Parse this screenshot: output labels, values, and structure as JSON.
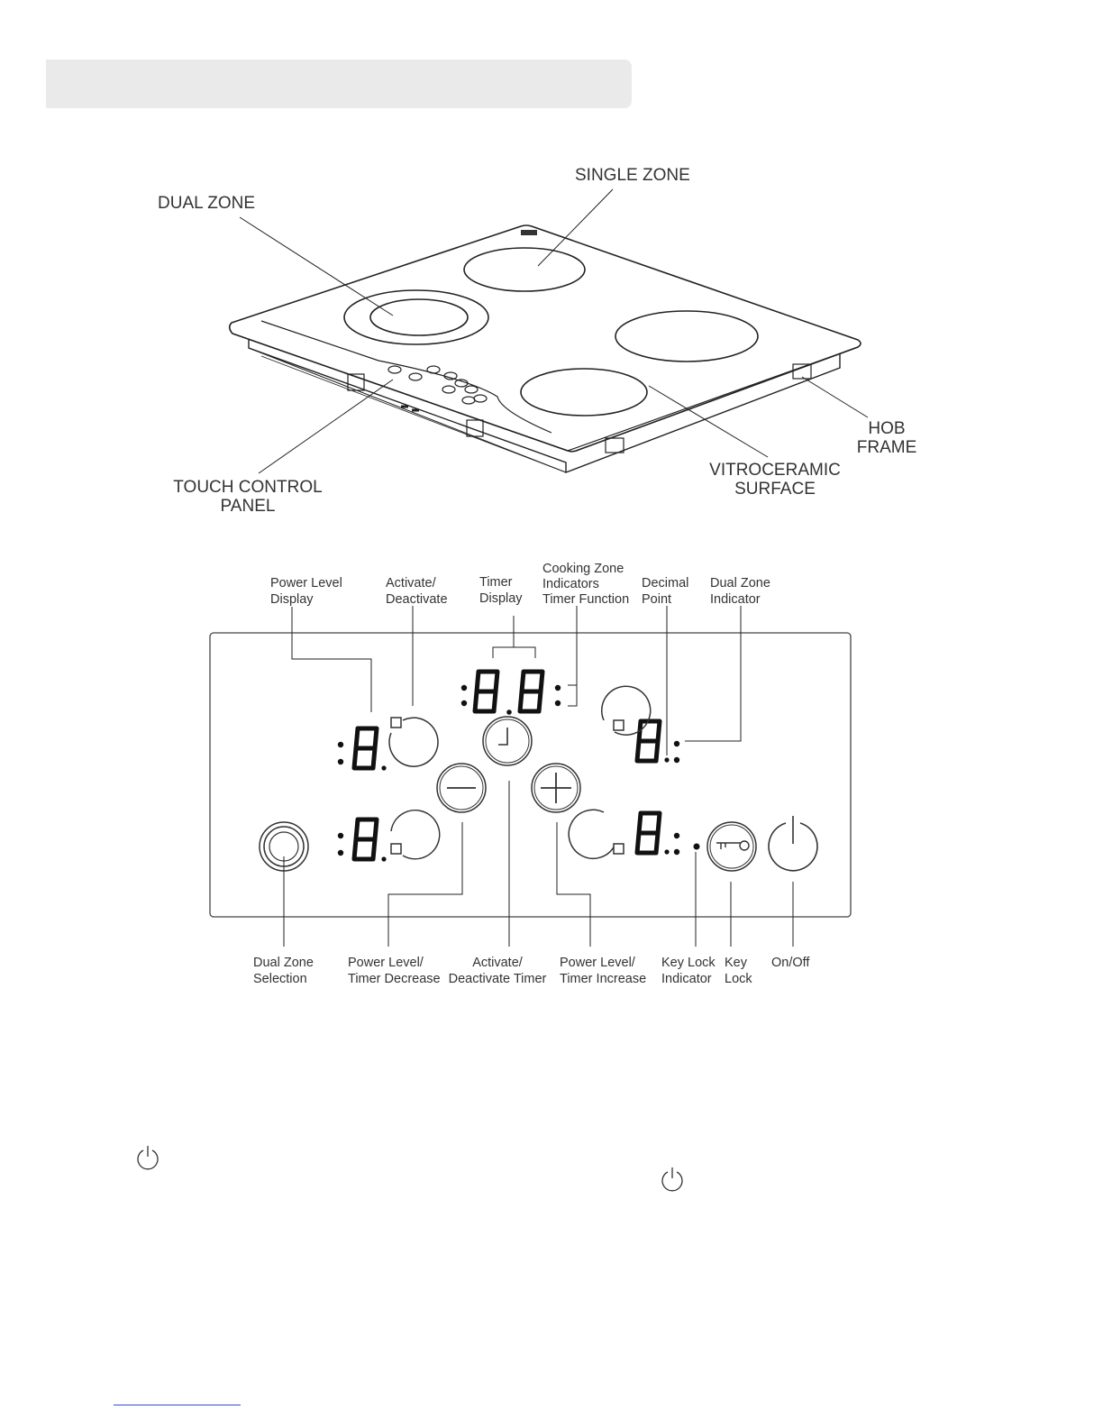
{
  "hob": {
    "dual_zone": "DUAL ZONE",
    "single_zone": "SINGLE ZONE",
    "hob_frame": [
      "HOB",
      "FRAME"
    ],
    "vitroceramic": [
      "VITROCERAMIC",
      "SURFACE"
    ],
    "touch_panel": [
      "TOUCH CONTROL",
      "PANEL"
    ]
  },
  "panel": {
    "top": {
      "power_level_display": [
        "Power Level",
        "Display"
      ],
      "activate": [
        "Activate/",
        "Deactivate"
      ],
      "timer_display": [
        "Timer",
        "Display"
      ],
      "cooking_zone": [
        "Cooking Zone",
        "Indicators",
        "Timer Function"
      ],
      "decimal_point": [
        "Decimal",
        "Point"
      ],
      "dual_zone_indicator": [
        "Dual Zone",
        "Indicator"
      ]
    },
    "bottom": {
      "dual_zone_selection": [
        "Dual Zone",
        "Selection"
      ],
      "decrease": [
        "Power Level/",
        "Timer Decrease"
      ],
      "activate_timer": [
        "Activate/",
        "Deactivate Timer"
      ],
      "increase": [
        "Power Level/",
        "Timer Increase"
      ],
      "key_lock_indicator": [
        "Key Lock",
        "Indicator"
      ],
      "key_lock": [
        "Key",
        "Lock"
      ],
      "on_off": [
        "On/Off"
      ]
    }
  },
  "icons": [
    "power-icon",
    "power-icon",
    "clock-icon",
    "minus-icon",
    "plus-icon",
    "key-icon"
  ]
}
